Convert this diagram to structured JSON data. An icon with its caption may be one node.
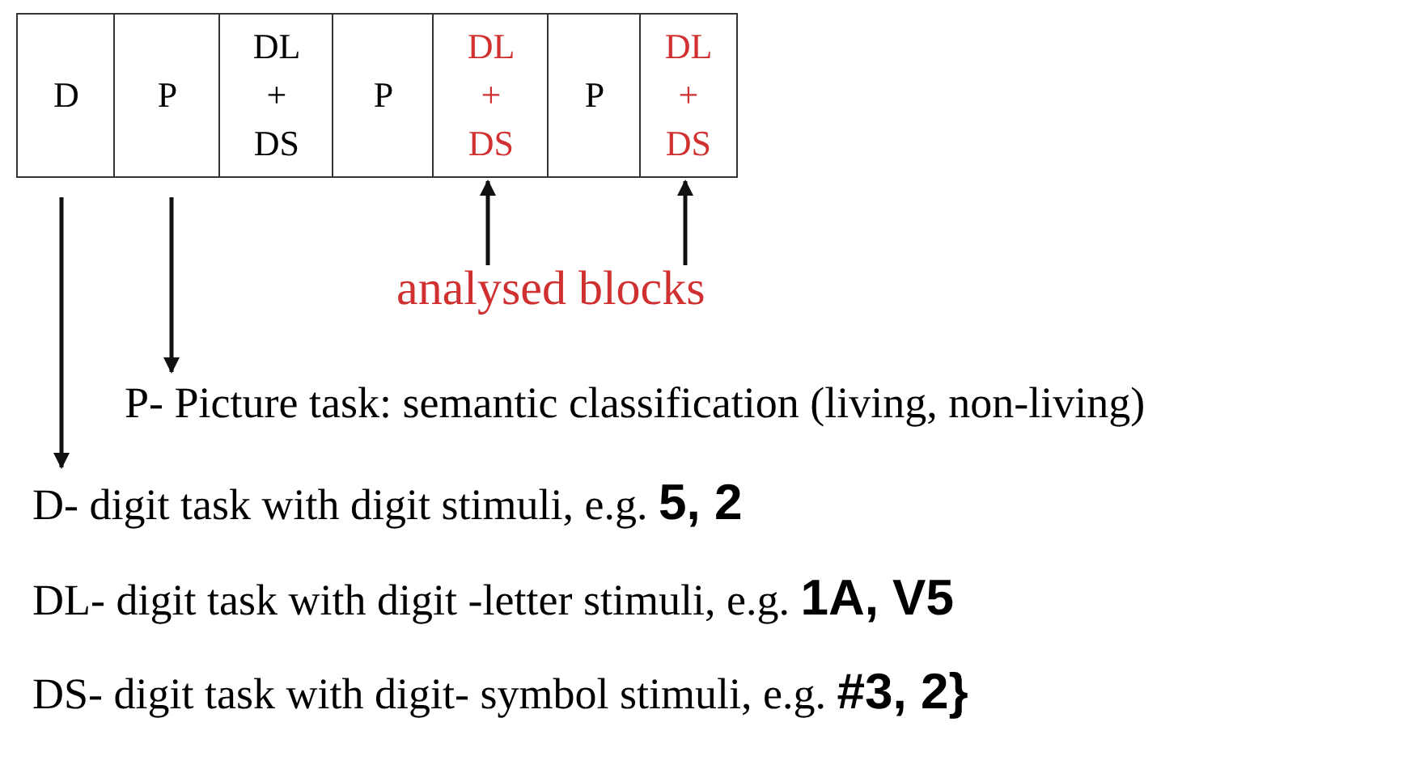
{
  "diagram": {
    "nodes": [
      {
        "text": [
          "D"
        ]
      },
      {
        "text": [
          "P"
        ]
      },
      {
        "text": [
          "DL + DS"
        ]
      },
      {
        "text": [
          "P"
        ]
      },
      {
        "text": [
          "DL + DS"
        ]
      },
      {
        "text": [
          "P"
        ]
      },
      {
        "text": [
          "DL + DS"
        ]
      },
      {
        "text": [
          "analysed blocks"
        ]
      },
      {
        "text": [
          "P- Picture task: semantic classification (living, non-living)"
        ]
      },
      {
        "text": [
          "D- digit task with digit stimuli, e.g. **5, 2**"
        ]
      }
    ],
    "edges": [
      {
        "from": 0,
        "to": 9,
        "arrow": "to"
      },
      {
        "from": 1,
        "to": 8,
        "arrow": "to"
      },
      {
        "from": 7,
        "to": 4,
        "arrow": "to"
      },
      {
        "from": 7,
        "to": 6,
        "arrow": "to"
      }
    ],
    "labels": [
      "DL- digit task with digit -letter stimuli, e.g. **1A, V5**",
      "DS- digit task with digit- symbol stimuli, e.g. **#3, 2}**"
    ]
  }
}
